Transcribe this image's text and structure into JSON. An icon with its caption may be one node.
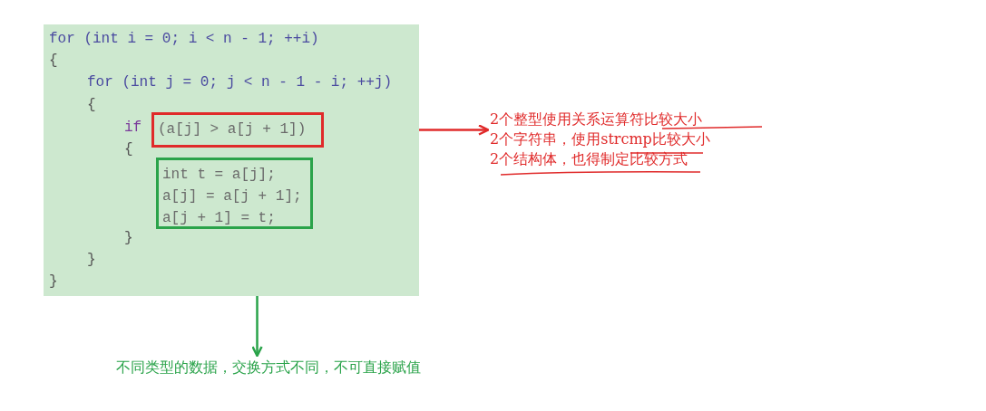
{
  "diagram": {
    "nodes": [
      {
        "text": [
          "for (int i = 0; i < n - 1; ++i)",
          "{",
          "for (int j = 0; j < n - 1 - i; ++j)",
          "{",
          "if",
          "{",
          "}",
          "}",
          "}"
        ]
      },
      {
        "text": [
          "(a[j] > a[j + 1])"
        ],
        "in": 0
      },
      {
        "text": [
          "int t = a[j];",
          "a[j] = a[j + 1];",
          "a[j + 1] = t;"
        ],
        "in": 0
      },
      {
        "text": [
          "2个整型使用关系运算符比较大小",
          "2个字符串，使用strcmp比较大小",
          "2个结构体，也得制定比较方式"
        ]
      },
      {
        "text": [
          "不同类型的数据，交换方式不同，不可直接赋值"
        ]
      }
    ],
    "edges": [
      {
        "from": 1,
        "to": 3,
        "arrow": "to",
        "color": "#e02a2a"
      },
      {
        "from": 2,
        "to": 4,
        "arrow": "to",
        "color": "#2aa34a"
      }
    ]
  }
}
